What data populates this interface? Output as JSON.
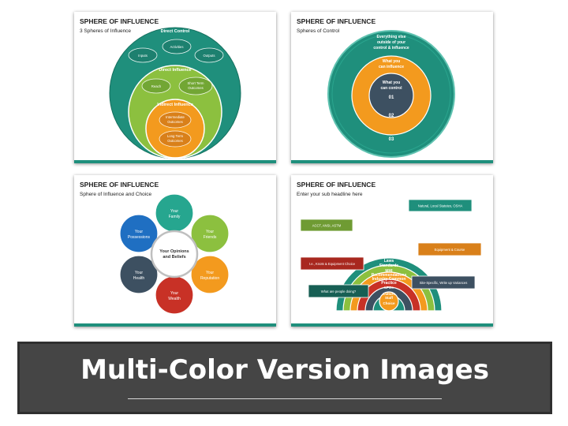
{
  "slides": [
    {
      "title": "SPHERE OF INFLUENCE",
      "subtitle": "3 Spheres of Influence",
      "rings": {
        "direct_control": "Direct Control",
        "direct_influence": "Direct Influence",
        "indirect_influence": "Indirect Influence"
      },
      "clouds": {
        "inputs": "Inputs",
        "activities": "Activities",
        "outputs": "Outputs",
        "reach": "Reach",
        "short_term_1": "Short Term",
        "short_term_2": "Outcomes",
        "intermediate_1": "Intermediate",
        "intermediate_2": "Outcomes",
        "long_term_1": "Long Term",
        "long_term_2": "Outcomes"
      },
      "colors": {
        "teal": "#1f8f7c",
        "green": "#8cc03f",
        "orange": "#f39a1e"
      }
    },
    {
      "title": "SPHERE OF INFLUENCE",
      "subtitle": "Spheres of Control",
      "outer_1": "Everything else",
      "outer_2": "outside of your",
      "outer_3": "control & influence",
      "mid_1": "What you",
      "mid_2": "can influence",
      "inner_1": "What you",
      "inner_2": "can control",
      "n1": "01",
      "n2": "02",
      "n3": "03"
    },
    {
      "title": "SPHERE OF INFLUENCE",
      "subtitle": "Sphere of Influence and Choice",
      "center_1": "Your Opinions",
      "center_2": "and Beliefs",
      "petals": [
        {
          "l1": "Your",
          "l2": "Family",
          "color": "#26a68f"
        },
        {
          "l1": "Your",
          "l2": "Friends",
          "color": "#8cc03f"
        },
        {
          "l1": "Your",
          "l2": "Reputation",
          "color": "#f39a1e"
        },
        {
          "l1": "Your",
          "l2": "Wealth",
          "color": "#c83126"
        },
        {
          "l1": "Your",
          "l2": "Health",
          "color": "#3d5061"
        },
        {
          "l1": "Your",
          "l2": "Possessions",
          "color": "#1f6fc2"
        }
      ]
    },
    {
      "title": "SPHERE OF INFLUENCE",
      "subtitle": "Enter your sub headline here",
      "arcs": {
        "laws": "Laws",
        "standards": "Standards",
        "mhi_1": "MHI",
        "mhi_2": "Recommendations",
        "industry_1": "Industry Common",
        "industry_2": "Practice",
        "lfos": "LFOs",
        "culture": "Culture",
        "staff_1": "Staff",
        "staff_2": "Choice"
      },
      "tags": {
        "natural": "Natural, Local Statutes, OSHA",
        "acc": "ACCT, ANSI, ASTM",
        "equipment": "Equipment & Course",
        "knots": "I.e., Knots & Equipment Choice",
        "site": "Site-Specific, Write up Variances",
        "people": "What are people doing?"
      }
    }
  ],
  "banner": {
    "title": "Multi-Color Version Images"
  }
}
